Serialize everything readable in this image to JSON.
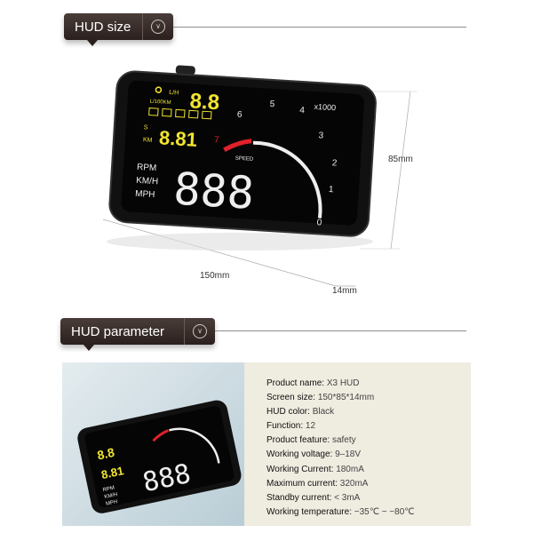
{
  "sections": {
    "size": {
      "title": "HUD size",
      "toggle_icon": "chevron-down-circle-icon"
    },
    "parameter": {
      "title": "HUD parameter",
      "toggle_icon": "chevron-down-circle-icon"
    }
  },
  "dimensions": {
    "width": "150mm",
    "height": "85mm",
    "depth": "14mm"
  },
  "hud_display": {
    "multiplier": "x1000",
    "gauge_numbers": [
      "0",
      "1",
      "2",
      "3",
      "4",
      "5",
      "6",
      "7"
    ],
    "speed_digits": "888",
    "top_digits": "8.8",
    "mid_digits": "8.81",
    "units_left": [
      "RPM",
      "KM/H",
      "MPH"
    ],
    "fuel_units": [
      "L/H",
      "L/100KM"
    ],
    "distance_units": [
      "S",
      "KM"
    ],
    "speed_badge": "SPEED"
  },
  "specs": [
    {
      "label": "Product name:",
      "value": "X3 HUD"
    },
    {
      "label": "Screen size:",
      "value": "150*85*14mm"
    },
    {
      "label": "HUD color:",
      "value": "Black"
    },
    {
      "label": "Function:",
      "value": "12"
    },
    {
      "label": "Product feature:",
      "value": "safety"
    },
    {
      "label": "Working voltage:",
      "value": "9–18V"
    },
    {
      "label": "Working Current:",
      "value": "180mA"
    },
    {
      "label": "Maximum current:",
      "value": "320mA"
    },
    {
      "label": "Standby current:",
      "value": "< 3mA"
    },
    {
      "label": "Working temperature:",
      "value": "−35℃ ~ −80℃"
    }
  ],
  "colors": {
    "header_bg": "#3a2e2b",
    "hud_yellow": "#f2e530",
    "hud_red": "#e0202a",
    "panel_bg": "#efece0"
  }
}
